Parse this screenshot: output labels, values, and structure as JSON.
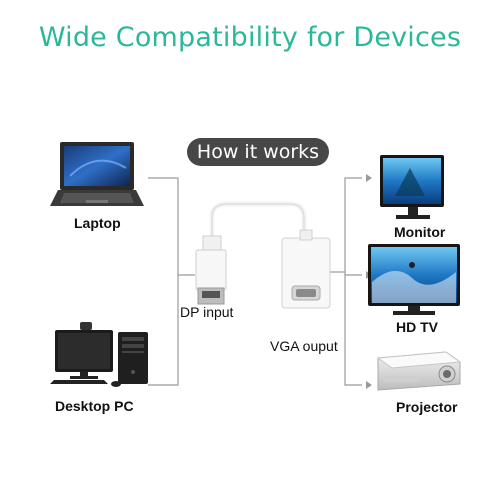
{
  "header": {
    "title": "Wide Compatibility for Devices"
  },
  "badge": {
    "label": "How it works"
  },
  "sources": {
    "laptop": {
      "label": "Laptop"
    },
    "desktop": {
      "label": "Desktop PC"
    }
  },
  "adapter": {
    "input_label": "DP input",
    "output_label": "VGA ouput"
  },
  "outputs": {
    "monitor": {
      "label": "Monitor"
    },
    "tv": {
      "label": "HD TV"
    },
    "projector": {
      "label": "Projector"
    }
  },
  "colors": {
    "title": "#2bb89a",
    "badge_bg": "#474747",
    "connector_line": "#9a9a9a"
  }
}
